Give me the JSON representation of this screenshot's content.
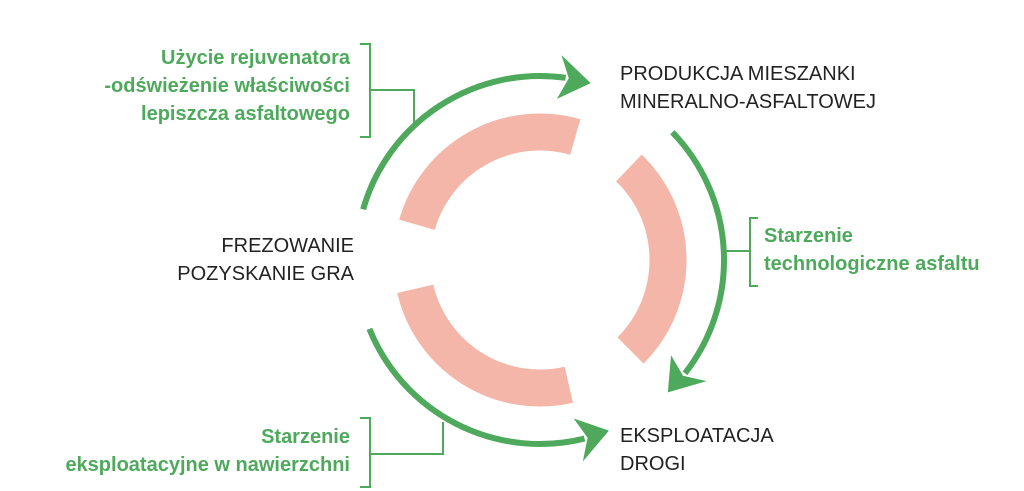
{
  "stages": {
    "production": [
      "PRODUKCJA MIESZANKI",
      "MINERALNO-ASFALTOWEJ"
    ],
    "exploitation": [
      "EKSPLOATACJA",
      "DROGI"
    ],
    "milling": [
      "FREZOWANIE",
      "POZYSKANIE GRA"
    ]
  },
  "processes": {
    "rejuvenator": [
      "Użycie rejuvenatora",
      "-odświeżenie właściwości",
      "lepiszcza asfaltowego"
    ],
    "tech_aging": [
      "Starzenie",
      "technologiczne asfaltu"
    ],
    "use_aging": [
      "Starzenie",
      "eksploatacyjne w nawierzchni"
    ]
  },
  "colors": {
    "green": "#4ea95c",
    "pink": "#f4b6a8",
    "text": "#222222"
  }
}
